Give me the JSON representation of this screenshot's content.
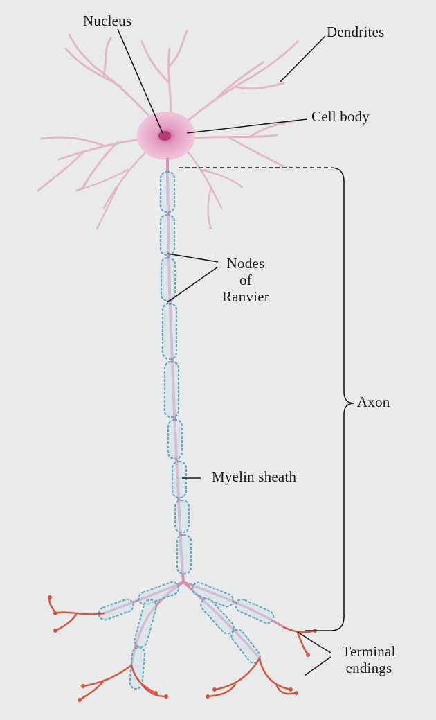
{
  "labels": {
    "nucleus": "Nucleus",
    "dendrites": "Dendrites",
    "cell_body": "Cell body",
    "nodes_line1": "Nodes",
    "nodes_line2": "of",
    "nodes_line3": "Ranvier",
    "axon": "Axon",
    "myelin_sheath": "Myelin sheath",
    "terminal_line1": "Terminal",
    "terminal_line2": "endings"
  },
  "colors": {
    "background": "#e9ebea",
    "cell_body": "#e6a6c6",
    "dendrite": "#e2b8c9",
    "axon_core": "#d98fb3",
    "myelin_outline": "#6aa8c6",
    "myelin_fill": "#cfe2ea",
    "terminal": "#d9533c",
    "leader_line": "#1a1a1a"
  }
}
